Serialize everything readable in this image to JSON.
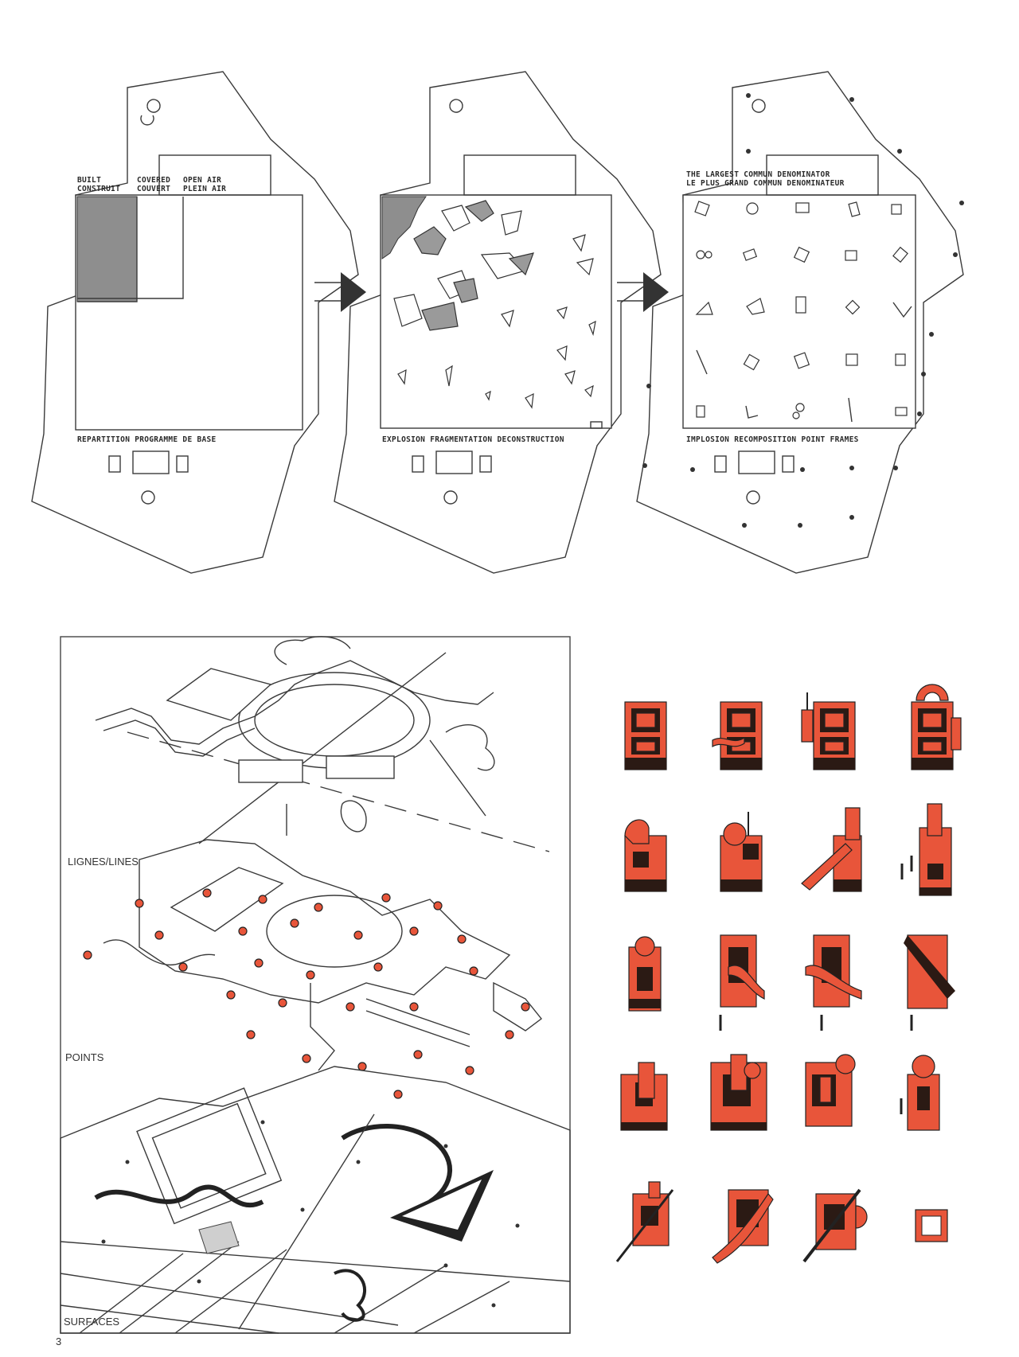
{
  "panels": [
    {
      "labels": [
        "BUILT",
        "CONSTRUIT",
        "COVERED",
        "COUVERT",
        "OPEN AIR",
        "PLEIN AIR"
      ],
      "caption": "REPARTITION  PROGRAMME DE BASE"
    },
    {
      "caption": "EXPLOSION  FRAGMENTATION  DECONSTRUCTION"
    },
    {
      "heading_1": "THE LARGEST COMMUN DENOMINATOR",
      "heading_2": "LE PLUS GRAND COMMUN DENOMINATEUR",
      "caption": "IMPLOSION  RECOMPOSITION  POINT FRAMES"
    }
  ],
  "axonometric": {
    "layer_lines": "LIGNES/LINES",
    "layer_points": "POINTS",
    "layer_surfaces": "SURFACES",
    "page_mark": "3"
  },
  "folies": {
    "grid": "5 rows x 4 columns",
    "color": "#e8553a"
  },
  "colors": {
    "ink": "#333333",
    "accent": "#e8553a",
    "paper": "#ffffff"
  }
}
